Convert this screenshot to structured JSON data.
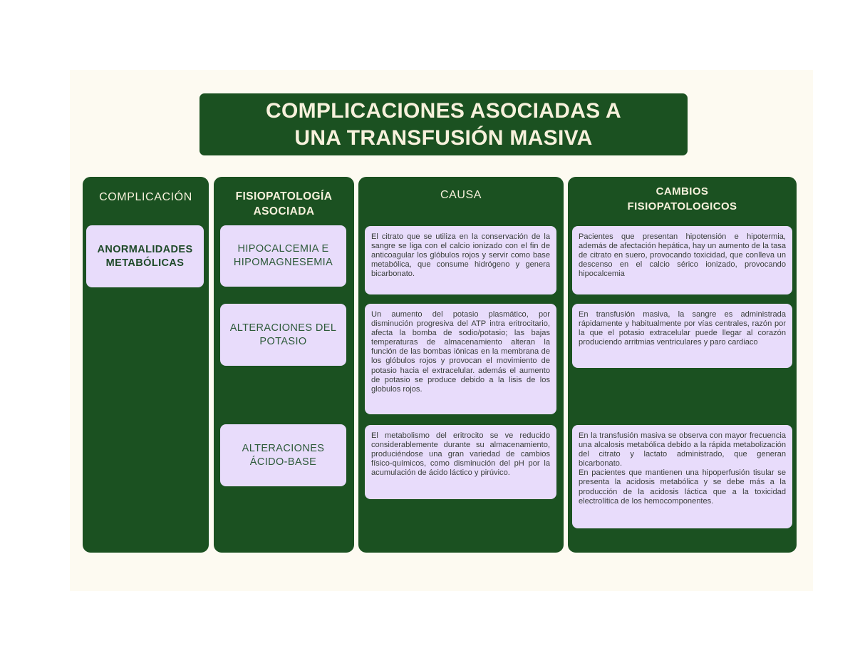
{
  "title": "COMPLICACIONES ASOCIADAS A UNA TRANSFUSIÓN MASIVA",
  "title_lines": [
    "COMPLICACIONES ASOCIADAS A",
    "UNA TRANSFUSIÓN MASIVA"
  ],
  "colors": {
    "page_background": "#ffffff",
    "canvas_background": "#fdfaf1",
    "column_green": "#1b5121",
    "header_text": "#f7f1dc",
    "card_lavender": "#e8dcfb",
    "card_text_green": "#2d5a3a"
  },
  "columns": [
    {
      "header": "COMPLICACIÓN"
    },
    {
      "header_lines": [
        "FISIOPATOLOGÍA",
        "ASOCIADA"
      ]
    },
    {
      "header": "CAUSA"
    },
    {
      "header_lines": [
        "CAMBIOS",
        "FISIOPATOLOGICOS"
      ]
    }
  ],
  "complicacion": {
    "lines": [
      "ANORMALIDADES",
      "METABÓLICAS"
    ]
  },
  "rows": [
    {
      "fisiopatologia_lines": [
        "HIPOCALCEMIA E",
        "HIPOMAGNESEMIA"
      ],
      "causa": "El citrato que se utiliza en la conservación de la sangre se liga con el calcio ionizado con el fin de anticoagular los glóbulos rojos y servir como base metabólica, que consume hidrógeno y genera bicarbonato.",
      "cambios": "Pacientes que presentan hipotensión e hipotermia, además de afectación hepática, hay un aumento de la tasa de citrato en suero, provocando toxicidad, que conlleva un descenso en el calcio sérico ionizado, provocando hipocalcemia"
    },
    {
      "fisiopatologia_lines": [
        "ALTERACIONES DEL",
        "POTASIO"
      ],
      "causa": "Un aumento del potasio plasmático, por disminución progresiva del ATP intra eritrocitario, afecta la bomba de sodio/potasio; las bajas temperaturas de almacenamiento alteran la función de las bombas iónicas en la membrana de los glóbulos rojos y provocan el movimiento de potasio hacia el extracelular. además el aumento de potasio se produce debido a la lisis de los globulos rojos.",
      "cambios": "En transfusión masiva, la sangre es administrada rápidamente y habitualmente por vías centrales, razón por la que el potasio extracelular puede llegar al corazón produciendo arritmias ventriculares y paro cardiaco"
    },
    {
      "fisiopatologia_lines": [
        "ALTERACIONES",
        "ÁCIDO-BASE"
      ],
      "causa": "El metabolismo del eritrocito se ve reducido considerablemente durante su almacenamiento, produciéndose una gran variedad de cambios físico-químicos, como disminución del pH por la acumulación de ácido láctico y pirúvico.",
      "cambios_paragraphs": [
        "En la transfusión masiva se observa con mayor frecuencia una alcalosis metabólica debido a la rápida metabolización del citrato y lactato administrado, que generan bicarbonato.",
        "En pacientes que mantienen una hipoperfusión tisular se presenta la acidosis metabólica y se debe más a la producción de la acidosis láctica que a la toxicidad electrolítica de los hemocomponentes."
      ]
    }
  ]
}
